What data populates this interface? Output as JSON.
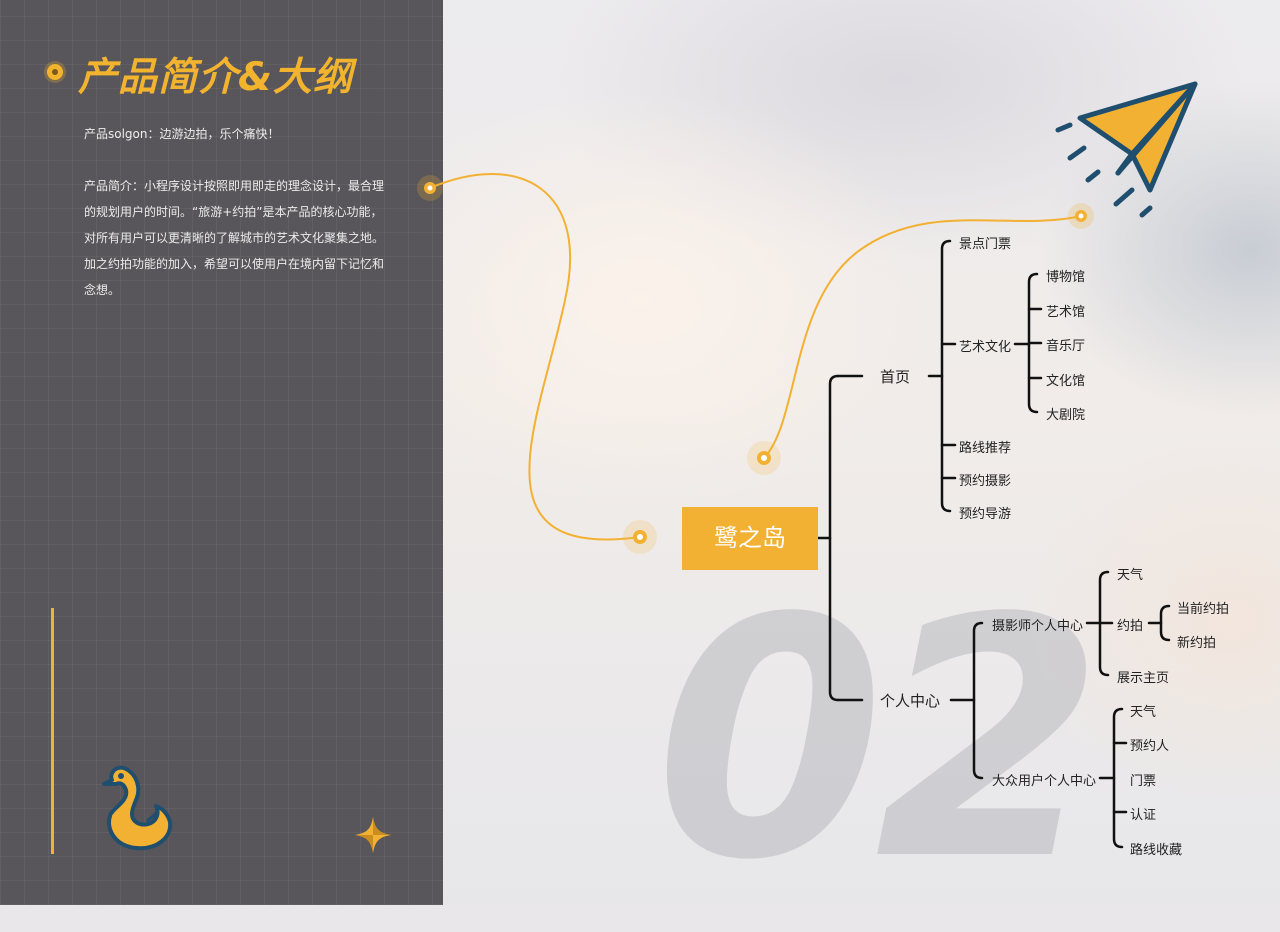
{
  "header": {
    "title": "产品简介&大纲"
  },
  "intro": {
    "slogan": "产品solgon：边游边拍，乐个痛快！",
    "lines": [
      "产品简介：小程序设计按照即用即走的理念设计，最合理",
      "的规划用户的时间。“旅游+约拍”是本产品的核心功能，",
      "对所有用户可以更清晰的了解城市的艺术文化聚集之地。",
      "加之约拍功能的加入，希望可以使用户在境内留下记忆和",
      "念想。"
    ]
  },
  "background_number": "02",
  "mindmap": {
    "root": "鹭之岛",
    "home": {
      "label": "首页",
      "children": [
        "景点门票",
        "艺术文化",
        "路线推荐",
        "预约摄影",
        "预约导游"
      ],
      "art_children": [
        "博物馆",
        "艺术馆",
        "音乐厅",
        "文化馆",
        "大剧院"
      ]
    },
    "personal": {
      "label": "个人中心",
      "photographer": {
        "label": "摄影师个人中心",
        "children": [
          "天气",
          "约拍",
          "展示主页"
        ],
        "booking_children": [
          "当前约拍",
          "新约拍"
        ]
      },
      "public": {
        "label": "大众用户个人中心",
        "children": [
          "天气",
          "预约人",
          "门票",
          "认证",
          "路线收藏"
        ]
      }
    }
  },
  "colors": {
    "accent": "#f2b133",
    "panel": "#58565a",
    "line": "#111111",
    "plane_blue": "#1f4e6e",
    "plane_light": "#8fd0ee"
  }
}
